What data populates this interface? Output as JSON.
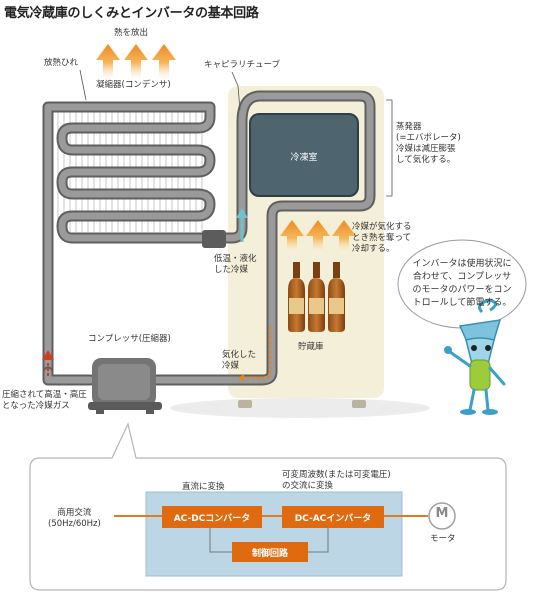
{
  "title": "電気冷蔵庫のしくみとインバータの基本回路",
  "labels": {
    "heat_release": "熱を放出",
    "fins": "放熱ひれ",
    "condenser": "凝縮器(コンデンサ)",
    "capillary": "キャピラリチューブ",
    "freezer": "冷凍室",
    "evaporator": [
      "蒸発器",
      "(=エバポレータ)",
      "冷媒は減圧膨張",
      "して気化する。"
    ],
    "vaporize": [
      "冷媒が気化する",
      "とき熱を奪って",
      "冷却する。"
    ],
    "low_temp": [
      "低温・液化",
      "した冷媒"
    ],
    "vaporized": [
      "気化した",
      "冷媒"
    ],
    "storage": "貯蔵庫",
    "compressor": "コンプレッサ(圧縮器)",
    "compressed": [
      "圧縮されて高温・高圧",
      "となった冷媒ガス"
    ],
    "bubble": [
      "インバータは使用状況に",
      "合わせて、コンプレッサ",
      "のモータのパワーをコン",
      "トロールして節電する。"
    ]
  },
  "circuit": {
    "dc_label": "直流に変換",
    "ac_label": [
      "可変周波数(または可変電圧)",
      "の交流に変換"
    ],
    "input": [
      "商用交流",
      "(50Hz/60Hz)"
    ],
    "ac_dc": "AC-DCコンバータ",
    "dc_ac": "DC-ACインバータ",
    "control": "制御回路",
    "motor_symbol": "M",
    "motor": "モータ"
  },
  "colors": {
    "pipe": "#8f8f8f",
    "pipe_edge": "#5f5f5f",
    "fridge": "#f4efd9",
    "freezer_box": "#4e6570",
    "orange_box": "#e06a10",
    "panel": "#bcd6e6",
    "arrow_orange": "#f2a13c",
    "arrow_red": "#d23c1e",
    "arrow_teal": "#6fc1cf"
  }
}
